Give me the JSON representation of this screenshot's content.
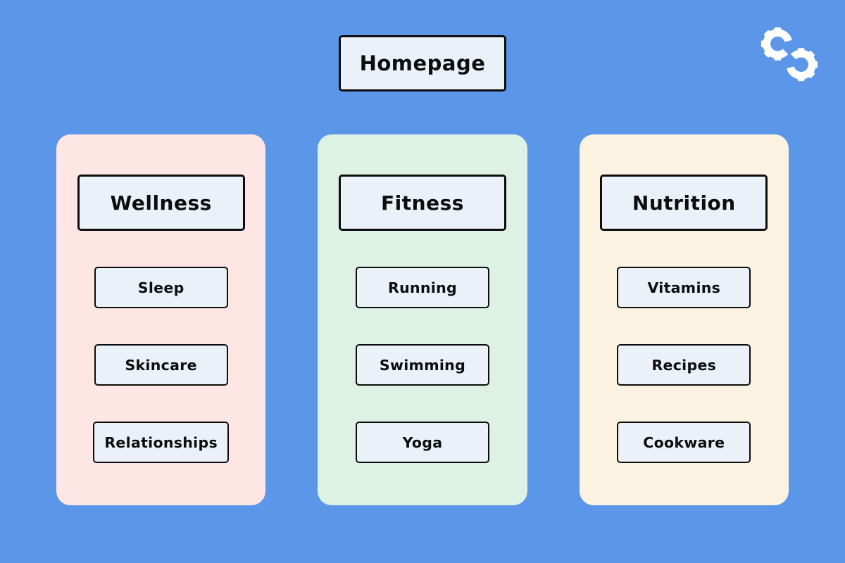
{
  "page": {
    "background": "#5b96e9",
    "node_fill": "#eaf1f8",
    "node_border": "#0d0d0d",
    "text_color": "#0d0d0d"
  },
  "logo": {
    "icon": "interlocking-gears",
    "color": "#ffffff"
  },
  "homepage": {
    "label": "Homepage"
  },
  "columns": [
    {
      "title": "Wellness",
      "bg": "#fde6e4",
      "items": [
        "Sleep",
        "Skincare",
        "Relationships"
      ]
    },
    {
      "title": "Fitness",
      "bg": "#ddf2e4",
      "items": [
        "Running",
        "Swimming",
        "Yoga"
      ]
    },
    {
      "title": "Nutrition",
      "bg": "#fcf2e1",
      "items": [
        "Vitamins",
        "Recipes",
        "Cookware"
      ]
    }
  ]
}
